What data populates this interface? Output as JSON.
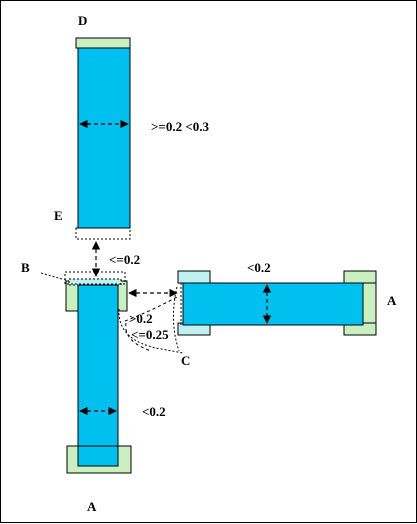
{
  "diagram": {
    "labels": {
      "d": "D",
      "e": "E",
      "b": "B",
      "c": "C",
      "a_right": "A",
      "a_bottom": "A"
    },
    "dimensions": {
      "width_range": ">=0.2 <0.3",
      "gap_vertical": "<=0.2",
      "right_width": "<0.2",
      "gt": ">0.2",
      "le": "<=0.25",
      "bottom_width": "<0.2"
    },
    "colors": {
      "wire_fill": "#00c0f0",
      "contact_fill": "#c8f0c0",
      "contact_light": "#c0f0f0",
      "stroke": "#000000"
    }
  }
}
